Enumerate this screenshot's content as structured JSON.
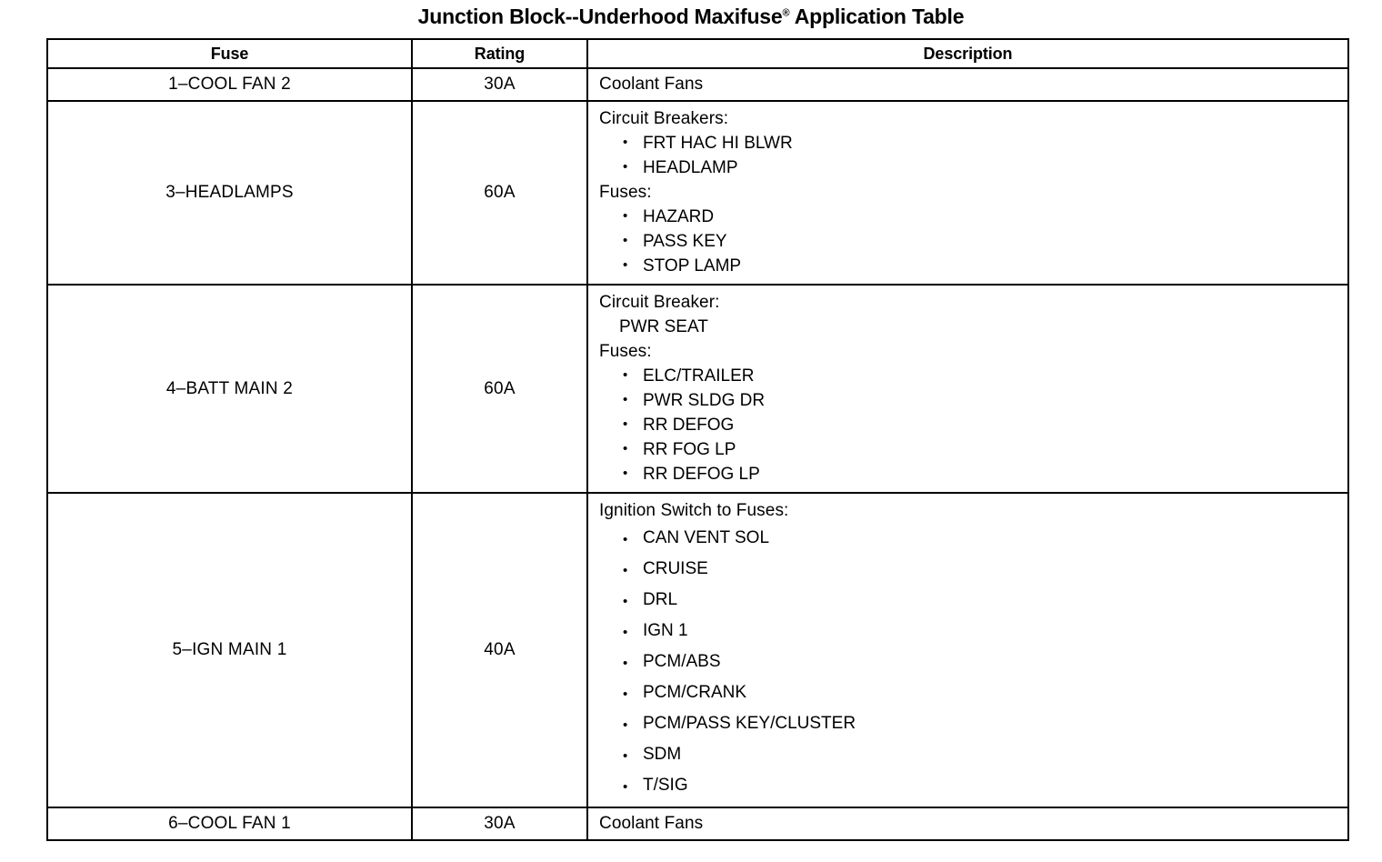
{
  "title": {
    "text_before": "Junction Block--Underhood Maxifuse",
    "superscript": "®",
    "text_after": " Application Table"
  },
  "table": {
    "headers": {
      "fuse": "Fuse",
      "rating": "Rating",
      "description": "Description"
    },
    "rows": [
      {
        "fuse": "1–COOL FAN 2",
        "rating": "30A",
        "description_text": "Coolant Fans"
      },
      {
        "fuse": "3–HEADLAMPS",
        "rating": "60A",
        "groups": [
          {
            "heading": "Circuit Breakers:",
            "items": [
              "FRT HAC HI BLWR",
              "HEADLAMP"
            ]
          },
          {
            "heading": "Fuses:",
            "items": [
              "HAZARD",
              "PASS KEY",
              "STOP LAMP"
            ]
          }
        ]
      },
      {
        "fuse": "4–BATT MAIN 2",
        "rating": "60A",
        "groups": [
          {
            "heading": "Circuit Breaker:",
            "plain": "PWR SEAT",
            "items": []
          },
          {
            "heading": "Fuses:",
            "items": [
              "ELC/TRAILER",
              "PWR SLDG DR",
              "RR DEFOG",
              "RR FOG LP",
              "RR DEFOG LP"
            ]
          }
        ]
      },
      {
        "fuse": "5–IGN MAIN 1",
        "rating": "40A",
        "groups": [
          {
            "heading": "Ignition Switch to Fuses:",
            "spaced": true,
            "items": [
              "CAN VENT SOL",
              "CRUISE",
              "DRL",
              "IGN 1",
              "PCM/ABS",
              "PCM/CRANK",
              "PCM/PASS KEY/CLUSTER",
              "SDM",
              "T/SIG"
            ]
          }
        ]
      },
      {
        "fuse": "6–COOL FAN 1",
        "rating": "30A",
        "description_text": "Coolant Fans"
      }
    ]
  }
}
